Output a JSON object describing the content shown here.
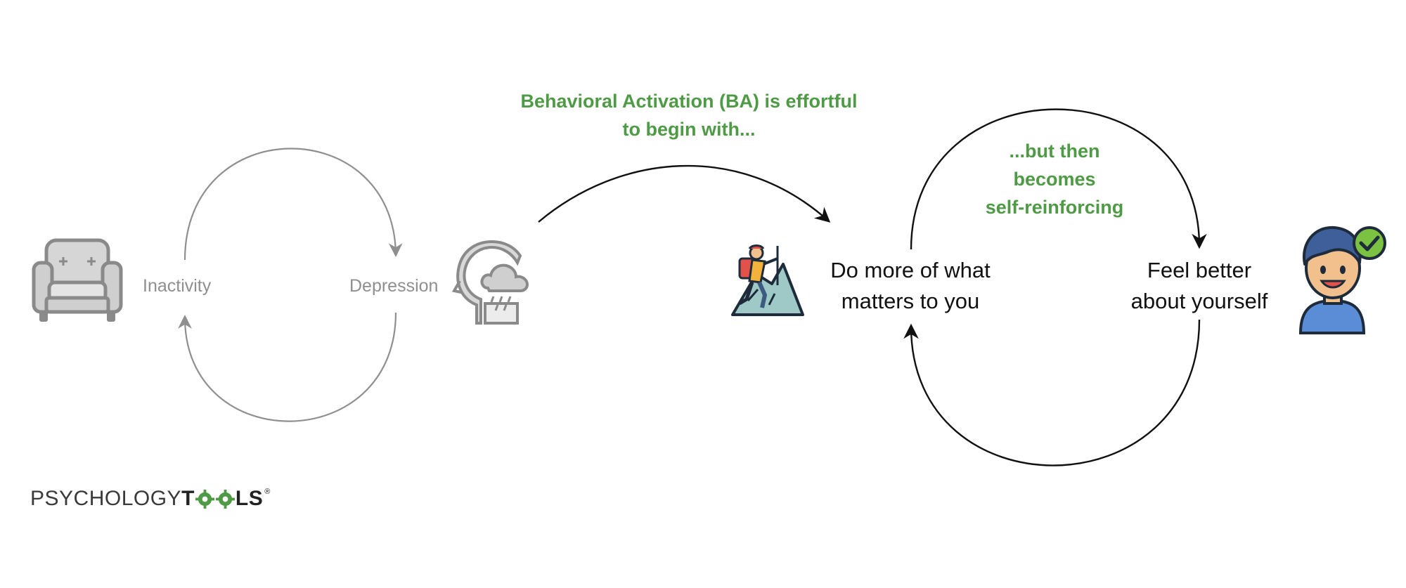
{
  "left_cycle": {
    "inactivity_label": "Inactivity",
    "depression_label": "Depression",
    "chair_icon": "armchair-icon",
    "head_icon": "head-raincloud-icon",
    "color": "#8f8f8f"
  },
  "transition": {
    "line1": "Behavioral Activation (BA) is effortful",
    "line2": "to begin with..."
  },
  "right_cycle": {
    "action_line1": "Do more of what",
    "action_line2": "matters to you",
    "feel_line1": "Feel better",
    "feel_line2": "about yourself",
    "note_line1": "...but then",
    "note_line2": "becomes",
    "note_line3": "self-reinforcing",
    "climber_icon": "mountain-climber-icon",
    "person_icon": "happy-person-check-icon"
  },
  "logo": {
    "part1": "PSYCHOLOGY",
    "part2_t": "T",
    "part2_ls": "LS",
    "registered": "®"
  },
  "colors": {
    "green": "#4f9a45",
    "gray": "#8f8f8f",
    "black": "#111111"
  }
}
